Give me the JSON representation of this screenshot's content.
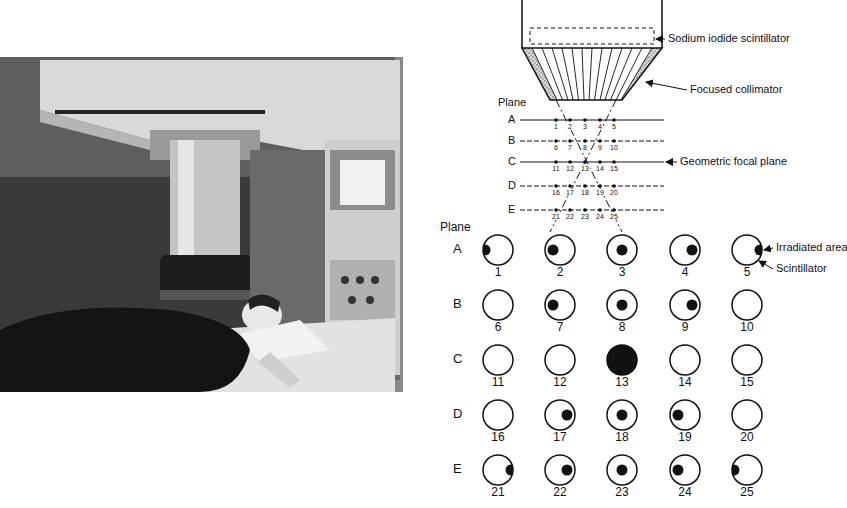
{
  "diagram": {
    "nodes": [
      {
        "text": [
          "1"
        ]
      },
      {
        "text": [
          "2"
        ]
      },
      {
        "text": [
          "3"
        ]
      },
      {
        "text": [
          "4"
        ]
      },
      {
        "text": [
          "5"
        ]
      },
      {
        "text": [
          "6"
        ]
      },
      {
        "text": [
          "7"
        ]
      },
      {
        "text": [
          "8"
        ]
      },
      {
        "text": [
          "9"
        ]
      },
      {
        "text": [
          "10"
        ]
      },
      {
        "text": [
          "11"
        ]
      },
      {
        "text": [
          "12"
        ]
      },
      {
        "text": [
          "13"
        ]
      },
      {
        "text": [
          "14"
        ]
      },
      {
        "text": [
          "15"
        ]
      },
      {
        "text": [
          "16"
        ]
      },
      {
        "text": [
          "17"
        ]
      },
      {
        "text": [
          "18"
        ]
      },
      {
        "text": [
          "19"
        ]
      },
      {
        "text": [
          "20"
        ]
      },
      {
        "text": [
          "21"
        ]
      },
      {
        "text": [
          "22"
        ]
      },
      {
        "text": [
          "23"
        ]
      },
      {
        "text": [
          "24"
        ]
      },
      {
        "text": [
          "25"
        ]
      }
    ],
    "labels": [
      "Sodium iodide scintillator",
      "Focused collimator",
      "Plane",
      "A",
      "B",
      "C",
      "Geometric focal plane",
      "D",
      "E",
      "1",
      "2",
      "3",
      "4",
      "5",
      "6",
      "7",
      "8",
      "9",
      "10",
      "11",
      "12",
      "13",
      "14",
      "15",
      "16",
      "17",
      "18",
      "19",
      "20",
      "21",
      "22",
      "23",
      "24",
      "25",
      "Plane",
      "A",
      "B",
      "C",
      "D",
      "E",
      "Irradiated area",
      "Scintillator"
    ]
  }
}
